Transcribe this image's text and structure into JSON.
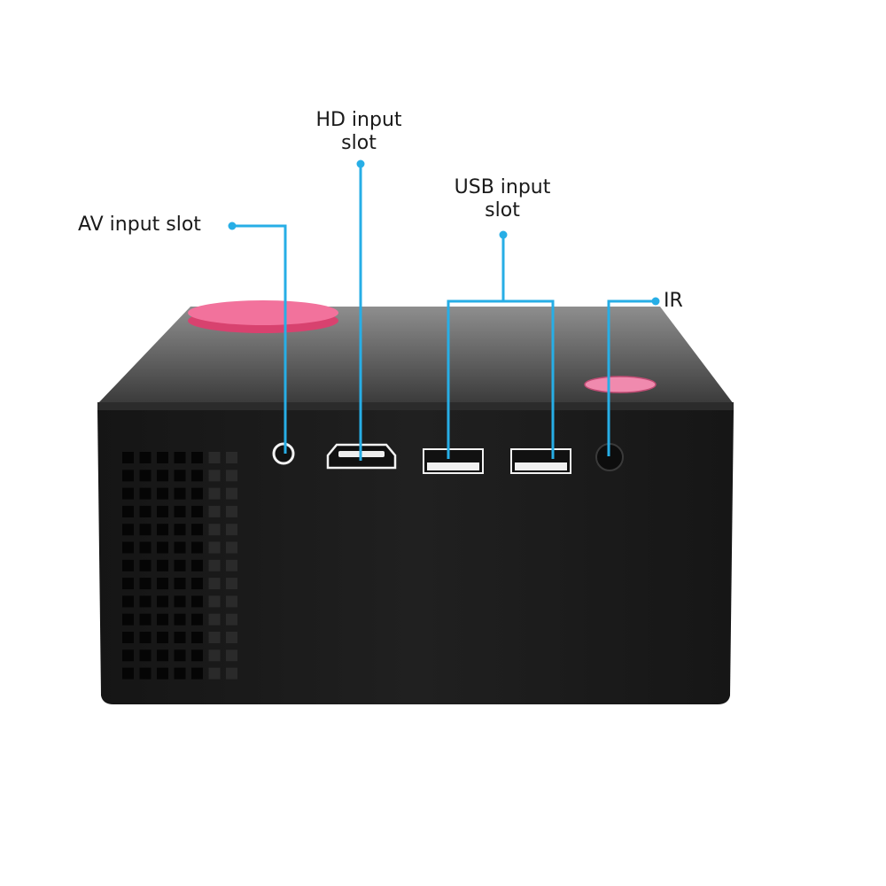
{
  "labels": {
    "hd": {
      "line1": "HD input",
      "line2": "slot"
    },
    "usb": {
      "line1": "USB input",
      "line2": "slot"
    },
    "av": "AV input slot",
    "ir": "IR"
  },
  "colors": {
    "callout": "#27aee6",
    "accent_pink": "#ee5a8c",
    "body": "#1c1c1c"
  },
  "vent": {
    "columns": 7,
    "rows": 13
  }
}
